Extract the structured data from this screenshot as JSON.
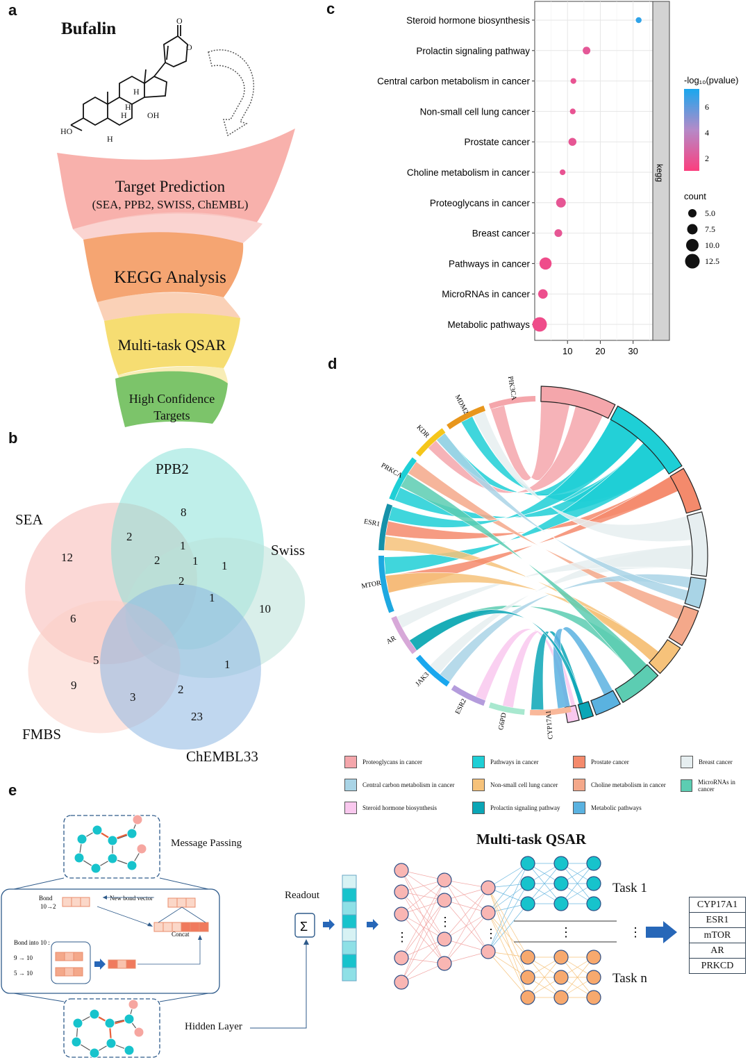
{
  "panels": {
    "a": "a",
    "b": "b",
    "c": "c",
    "d": "d",
    "e": "e"
  },
  "panel_a": {
    "title": "Bufalin",
    "stages": [
      {
        "label": "Target Prediction",
        "sub": "(SEA, PPB2, SWISS, ChEMBL)",
        "color": "#f7a9a3"
      },
      {
        "label": "KEGG Analysis",
        "sub": "",
        "color": "#f4a06a"
      },
      {
        "label": "Multi-task QSAR",
        "sub": "",
        "color": "#f6dd72"
      },
      {
        "label": "High Confidence",
        "sub": "Targets",
        "color": "#7cc46a"
      }
    ],
    "atom_labels": {
      "o_keto": "O",
      "o_ring": "O",
      "ho": "HO",
      "oh": "OH",
      "h1": "H",
      "h2": "H",
      "h3": "H",
      "h4": "H"
    }
  },
  "panel_b": {
    "sets": [
      "SEA",
      "PPB2",
      "Swiss",
      "FMBS",
      "ChEMBL33"
    ],
    "counts": [
      "12",
      "8",
      "10",
      "9",
      "23",
      "2",
      "1",
      "2",
      "1",
      "1",
      "2",
      "1",
      "6",
      "5",
      "1",
      "3",
      "2"
    ]
  },
  "chart_data": {
    "type": "scatter",
    "facet_label": "kegg",
    "categories": [
      "Steroid hormone biosynthesis",
      "Prolactin signaling pathway",
      "Central carbon metabolism in cancer",
      "Non-small cell lung cancer",
      "Prostate cancer",
      "Choline metabolism in cancer",
      "Proteoglycans in cancer",
      "Breast cancer",
      "Pathways in cancer",
      "MicroRNAs in cancer",
      "Metabolic pathways"
    ],
    "x": [
      31.7,
      15.8,
      11.8,
      11.6,
      11.5,
      8.5,
      8.0,
      7.2,
      3.3,
      2.5,
      1.5
    ],
    "count": [
      5.3,
      7.0,
      5.2,
      5.2,
      7.3,
      5.2,
      9.0,
      7.1,
      11.3,
      8.8,
      13.5
    ],
    "neglog10p": [
      6.6,
      2.0,
      1.8,
      1.8,
      1.9,
      1.8,
      1.9,
      1.9,
      1.5,
      1.6,
      1.5
    ],
    "xticks": [
      "10",
      "20",
      "30"
    ],
    "xlim": [
      0,
      36
    ],
    "color_legend_title": "-log₁₀(pvalue)",
    "color_ticks": [
      "6",
      "4",
      "2"
    ],
    "size_legend_title": "count",
    "size_ticks": [
      "5.0",
      "7.5",
      "10.0",
      "12.5"
    ]
  },
  "panel_d": {
    "genes": [
      "PIK3CA",
      "MDM2",
      "KDR",
      "PRKCA",
      "ESR1",
      "MTOR",
      "AR",
      "JAK3",
      "ESR2",
      "G6PD",
      "CYP17A1"
    ],
    "legend": [
      {
        "label": "Proteoglycans in cancer",
        "color": "#f4a6ab"
      },
      {
        "label": "Pathways in cancer",
        "color": "#1ecfd6"
      },
      {
        "label": "Prostate cancer",
        "color": "#f48a6c"
      },
      {
        "label": "Breast cancer",
        "color": "#e6eef0"
      },
      {
        "label": "Central carbon metabolism in cancer",
        "color": "#a9d4e6"
      },
      {
        "label": "Non-small cell lung cancer",
        "color": "#f6c27a"
      },
      {
        "label": "Choline metabolism in cancer",
        "color": "#f4a88a"
      },
      {
        "label": "MicroRNAs in cancer",
        "color": "#5ccdb2"
      },
      {
        "label": "Steroid hormone biosynthesis",
        "color": "#f9c8ee"
      },
      {
        "label": "Prolactin signaling pathway",
        "color": "#0aa6b6"
      },
      {
        "label": "Metabolic pathways",
        "color": "#5ab2e0"
      }
    ]
  },
  "panel_e": {
    "message_passing": "Message Passing",
    "hidden_layer": "Hidden Layer",
    "readout": "Readout",
    "sum": "Σ",
    "bond_label": "Bond",
    "bond_edge": "10→2",
    "new_bond_vector": "New bond vector",
    "concat": "Concat",
    "bond_into": "Bond into 10 :",
    "bond_in_1": "9 → 10",
    "bond_in_2": "5 → 10",
    "qsar_title": "Multi-task QSAR",
    "task1": "Task 1",
    "taskn": "Task n",
    "dots": "⋮",
    "targets": [
      "CYP17A1",
      "ESR1",
      "mTOR",
      "AR",
      "PRKCD"
    ]
  }
}
